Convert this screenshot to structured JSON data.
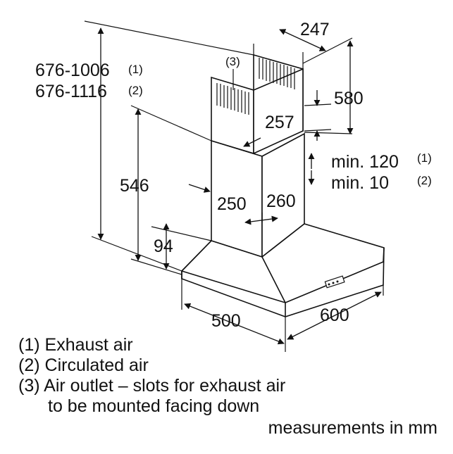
{
  "dimensions": {
    "overall_height_exhaust": "676-1006",
    "overall_height_exhaust_note": "(1)",
    "overall_height_circulated": "676-1116",
    "overall_height_circulated_note": "(2)",
    "chimney_upper_width": "247",
    "chimney_upper_height": "580",
    "chimney_lower_width": "257",
    "chimney_lower_height": "546",
    "hood_depth_front": "250",
    "hood_depth_side": "260",
    "canopy_height": "94",
    "hood_width": "500",
    "hood_depth": "600",
    "min_gap_exhaust": "min. 120",
    "min_gap_exhaust_note": "(1)",
    "min_gap_circulated": "min. 10",
    "min_gap_circulated_note": "(2)",
    "air_outlet_callout": "(3)"
  },
  "legend": [
    {
      "num": "(1)",
      "text": "Exhaust air"
    },
    {
      "num": "(2)",
      "text": "Circulated air"
    },
    {
      "num": "(3)",
      "text": "Air outlet – slots for exhaust air"
    },
    {
      "num": "",
      "text": "to be mounted facing down"
    }
  ],
  "units_note": "measurements in mm"
}
